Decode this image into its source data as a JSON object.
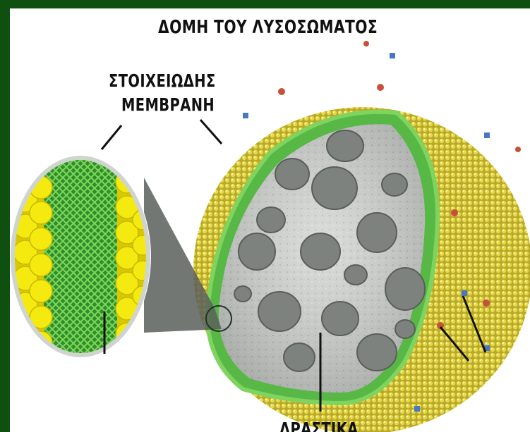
{
  "diagram": {
    "title": "ΔΟΜΗ ΤΟΥ ΛΥΣΟΣΩΜΑΤΟΣ",
    "labels": {
      "membrane_line1": "ΣΤΟΙΧΕΙΩΔΗΣ",
      "membrane_line2": "ΜΕΜΒΡΑΝΗ",
      "enzymes": "ΔΡΑΣΤΙΚΑ"
    }
  },
  "colors": {
    "frame": "#0f4f0f",
    "background": "#ffffff",
    "outer_layer": "#c8b82e",
    "membrane_band": "#58b845",
    "lumen": "#c9cdc9",
    "inclusions": "#7e827e",
    "lipid_heads": "#f0e020",
    "protein_red": "#c8503a",
    "protein_blue": "#4a78c0",
    "text": "#111111"
  }
}
